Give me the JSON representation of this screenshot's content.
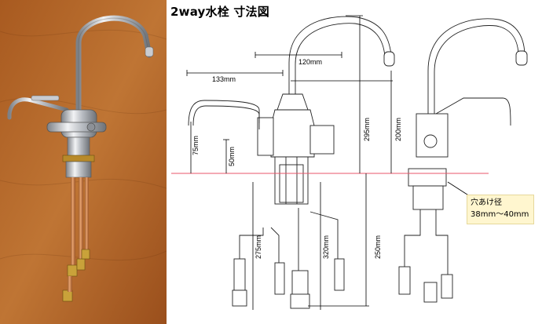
{
  "title": "2way水栓 寸法図",
  "dimensions": {
    "d133": "133mm",
    "d120": "120mm",
    "d75": "75mm",
    "d50": "50mm",
    "d295": "295mm",
    "d200": "200mm",
    "d275": "275mm",
    "d320": "320mm",
    "d250": "250mm"
  },
  "hole_note": {
    "label": "穴あけ径",
    "range": "38mm～40mm"
  },
  "colors": {
    "reference_line": "#e8556a",
    "wood": "#b5682a",
    "copper": "#c87a3a",
    "chrome": "#c9ccd1"
  }
}
